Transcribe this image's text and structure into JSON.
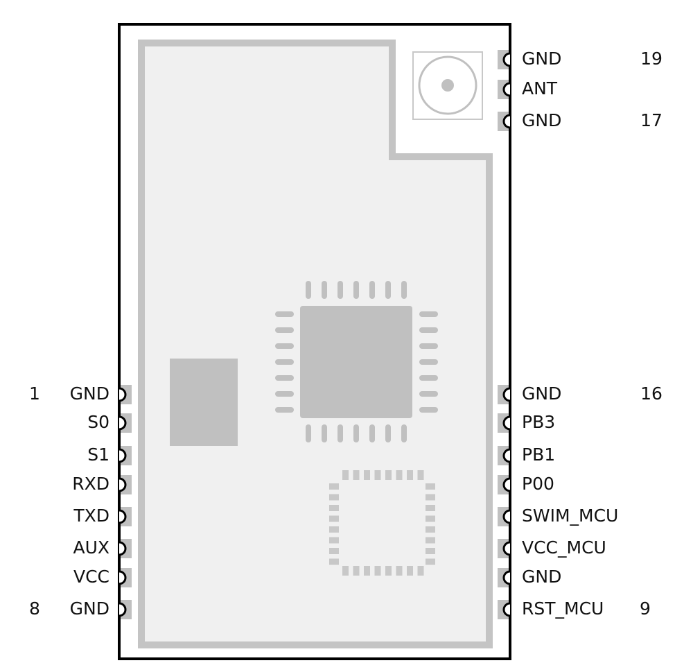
{
  "colors": {
    "outline": "#000000",
    "shield": "#c4c4c4",
    "board_fill": "#f0f0f0",
    "pad": "#c0c0c0"
  },
  "left_pins": [
    {
      "label": "GND",
      "number": "1"
    },
    {
      "label": "S0"
    },
    {
      "label": "S1"
    },
    {
      "label": "RXD"
    },
    {
      "label": "TXD"
    },
    {
      "label": "AUX"
    },
    {
      "label": "VCC"
    },
    {
      "label": "GND",
      "number": "8"
    }
  ],
  "right_pins_top": [
    {
      "label": "GND",
      "number": "19"
    },
    {
      "label": "ANT"
    },
    {
      "label": "GND",
      "number": "17"
    }
  ],
  "right_pins_bottom": [
    {
      "label": "GND",
      "number": "16"
    },
    {
      "label": "PB3"
    },
    {
      "label": "PB1"
    },
    {
      "label": "P00"
    },
    {
      "label": "SWIM_MCU"
    },
    {
      "label": "VCC_MCU"
    },
    {
      "label": "GND"
    },
    {
      "label": "RST_MCU",
      "number": "9"
    }
  ]
}
